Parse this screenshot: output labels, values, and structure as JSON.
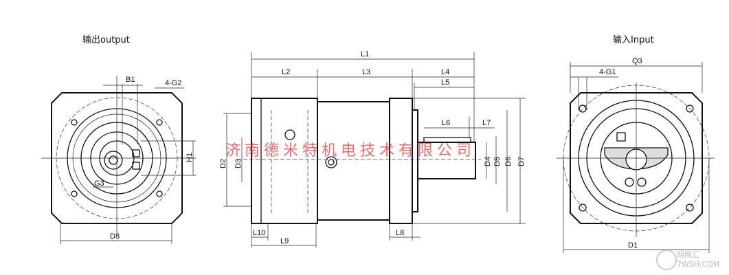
{
  "output_view": {
    "title": "输出output",
    "labels": {
      "b1": "B1",
      "g2": "4-G2",
      "h1": "H1",
      "g3": "G3",
      "d8": "D8"
    }
  },
  "side_view": {
    "labels": {
      "l1": "L1",
      "l2": "L2",
      "l3": "L3",
      "l4": "L4",
      "l5": "L5",
      "l6": "L6",
      "l7": "L7",
      "l8": "L8",
      "l9": "L9",
      "l10": "L10",
      "d2": "D2",
      "d3": "D3",
      "d4": "D4",
      "d5": "D5",
      "d6": "D6",
      "d7": "D7"
    }
  },
  "input_view": {
    "title": "输入Input",
    "labels": {
      "q3": "Q3",
      "g1": "4-G1",
      "d1": "D1"
    }
  },
  "watermark": {
    "company": "济南德米特机电技术有限公司",
    "site_cn": "网商汇",
    "site_en": "7WSH.COM",
    "color": "#e23a3a"
  }
}
